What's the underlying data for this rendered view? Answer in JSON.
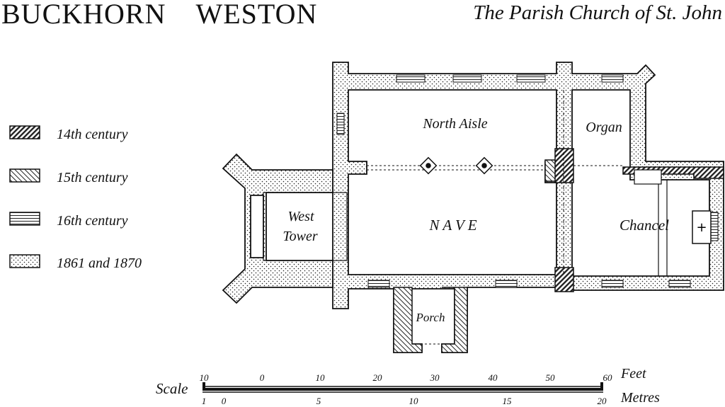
{
  "title": {
    "place_a": "BUCKHORN",
    "place_b": "WESTON",
    "church": "The Parish Church of St. John"
  },
  "legend": [
    {
      "label": "14th century",
      "pattern": "hatch-right"
    },
    {
      "label": "15th century",
      "pattern": "hatch-left"
    },
    {
      "label": "16th century",
      "pattern": "horizontal"
    },
    {
      "label": "1861 and 1870",
      "pattern": "dotted"
    }
  ],
  "rooms": {
    "north_aisle": "North Aisle",
    "organ": "Organ",
    "west_tower_1": "West",
    "west_tower_2": "Tower",
    "nave": "N A V E",
    "chancel": "Chancel",
    "porch": "Porch",
    "altar_mark": "+"
  },
  "scale": {
    "label": "Scale",
    "feet_unit": "Feet",
    "metres_unit": "Metres",
    "feet_ticks": [
      "10",
      "0",
      "10",
      "20",
      "30",
      "40",
      "50",
      "60"
    ],
    "metres_ticks": [
      "1",
      "0",
      "5",
      "10",
      "15",
      "20"
    ]
  },
  "colors": {
    "ink": "#111111",
    "paper": "#ffffff"
  }
}
